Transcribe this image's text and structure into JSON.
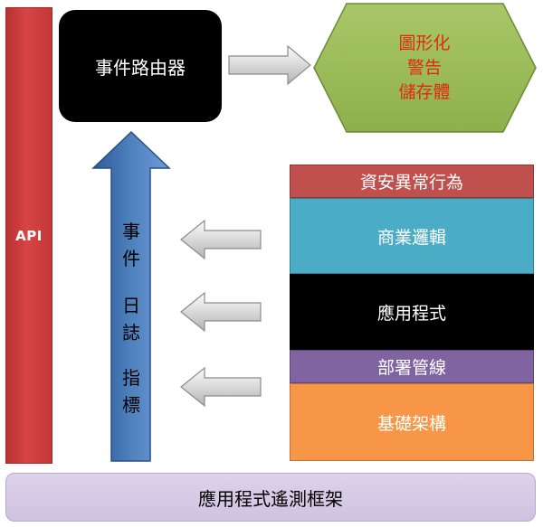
{
  "api": {
    "label": "API"
  },
  "router": {
    "label": "事件路由器"
  },
  "storage": {
    "lines": [
      "圖形化",
      "警告",
      "儲存體"
    ]
  },
  "arrow_text": {
    "group1": [
      "事",
      "件"
    ],
    "group2": [
      "日",
      "誌"
    ],
    "group3": [
      "指",
      "標"
    ]
  },
  "layers": {
    "security": "資安異常行為",
    "business": "商業邏輯",
    "application": "應用程式",
    "deployment": "部署管線",
    "infrastructure": "基礎架構"
  },
  "framework": {
    "label": "應用程式遙測框架"
  },
  "colors": {
    "api": "#c83a3a",
    "router": "#000000",
    "storage_fill": "#9bbb59",
    "storage_text": "#e02a10",
    "arrow_up": "#4f81bd",
    "security": "#c0504d",
    "business": "#4bacc6",
    "application": "#000000",
    "deployment": "#8064a2",
    "infrastructure": "#f79646",
    "framework": "#d5c9e6"
  }
}
